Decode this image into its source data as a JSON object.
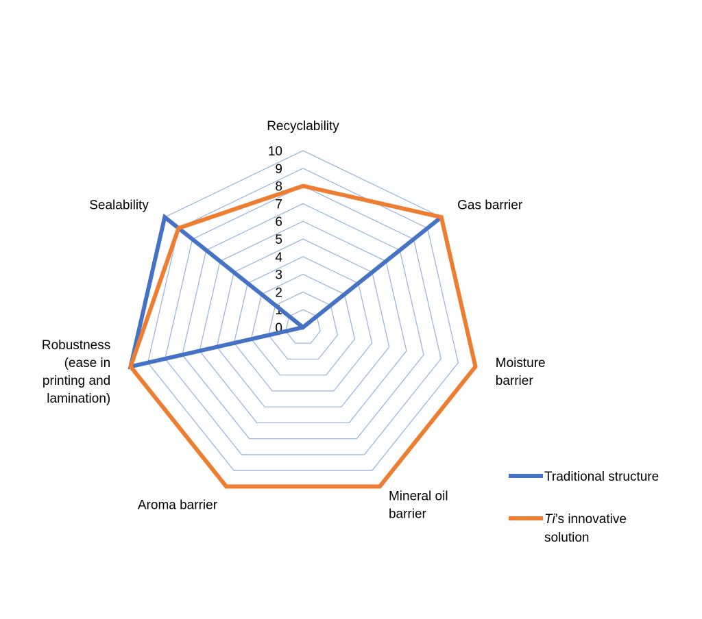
{
  "chart_data": {
    "type": "radar",
    "axes": [
      {
        "label_lines": [
          "Recyclability"
        ]
      },
      {
        "label_lines": [
          "Gas barrier"
        ]
      },
      {
        "label_lines": [
          "Moisture",
          "barrier"
        ]
      },
      {
        "label_lines": [
          "Mineral oil",
          "barrier"
        ]
      },
      {
        "label_lines": [
          "Aroma barrier"
        ]
      },
      {
        "label_lines": [
          "Robustness",
          "(ease in",
          "printing and",
          "lamination)"
        ]
      },
      {
        "label_lines": [
          "Sealability"
        ]
      }
    ],
    "rlim": [
      0,
      10
    ],
    "ticks": [
      "0",
      "1",
      "2",
      "3",
      "4",
      "5",
      "6",
      "7",
      "8",
      "9",
      "10"
    ],
    "grid": true,
    "series": [
      {
        "name_parts": [
          {
            "text": "Traditional structure",
            "italic": false
          }
        ],
        "color": "#4472C4",
        "values": [
          0,
          10,
          0,
          0,
          0,
          10,
          10
        ]
      },
      {
        "name_parts": [
          {
            "text": "Ti",
            "italic": true
          },
          {
            "text": "’s innovative",
            "italic": false
          },
          {
            "text": "solution",
            "italic": false,
            "newline": true
          }
        ],
        "color": "#ED7D31",
        "values": [
          8,
          10,
          10,
          10,
          10,
          10,
          9
        ]
      }
    ],
    "legend_position": "bottom-right",
    "grid_color": "#9DB5DF"
  }
}
